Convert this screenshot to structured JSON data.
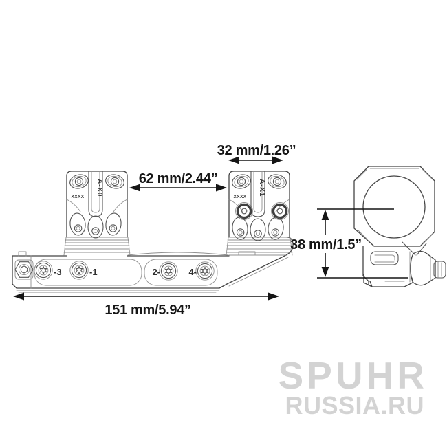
{
  "page": {
    "background": "#ffffff"
  },
  "drawing": {
    "kind": "cantilever scope mount technical drawing, side view and end view",
    "colors": {
      "outline": "#454545",
      "detail": "#8f8f8f",
      "dimension_line": "#151515",
      "dimension_text": "#161616",
      "watermark": "#d3d3d3",
      "background": "#ffffff"
    },
    "markings": {
      "front_ring": "A-X0",
      "rear_ring": "A-X1",
      "serial_front": "XXXX",
      "serial_rear": "XXXX"
    },
    "screw_labels": [
      "-3",
      "-1",
      "2-",
      "4-"
    ],
    "dimensions": {
      "ring_width": "32 mm/1.26”",
      "ring_spacing": "62 mm/2.44”",
      "center_height": "38 mm/1.5”",
      "overall_length": "151 mm/5.94”"
    }
  },
  "watermark": {
    "line1": "SPUHR",
    "line2": "RUSSIA.RU"
  }
}
